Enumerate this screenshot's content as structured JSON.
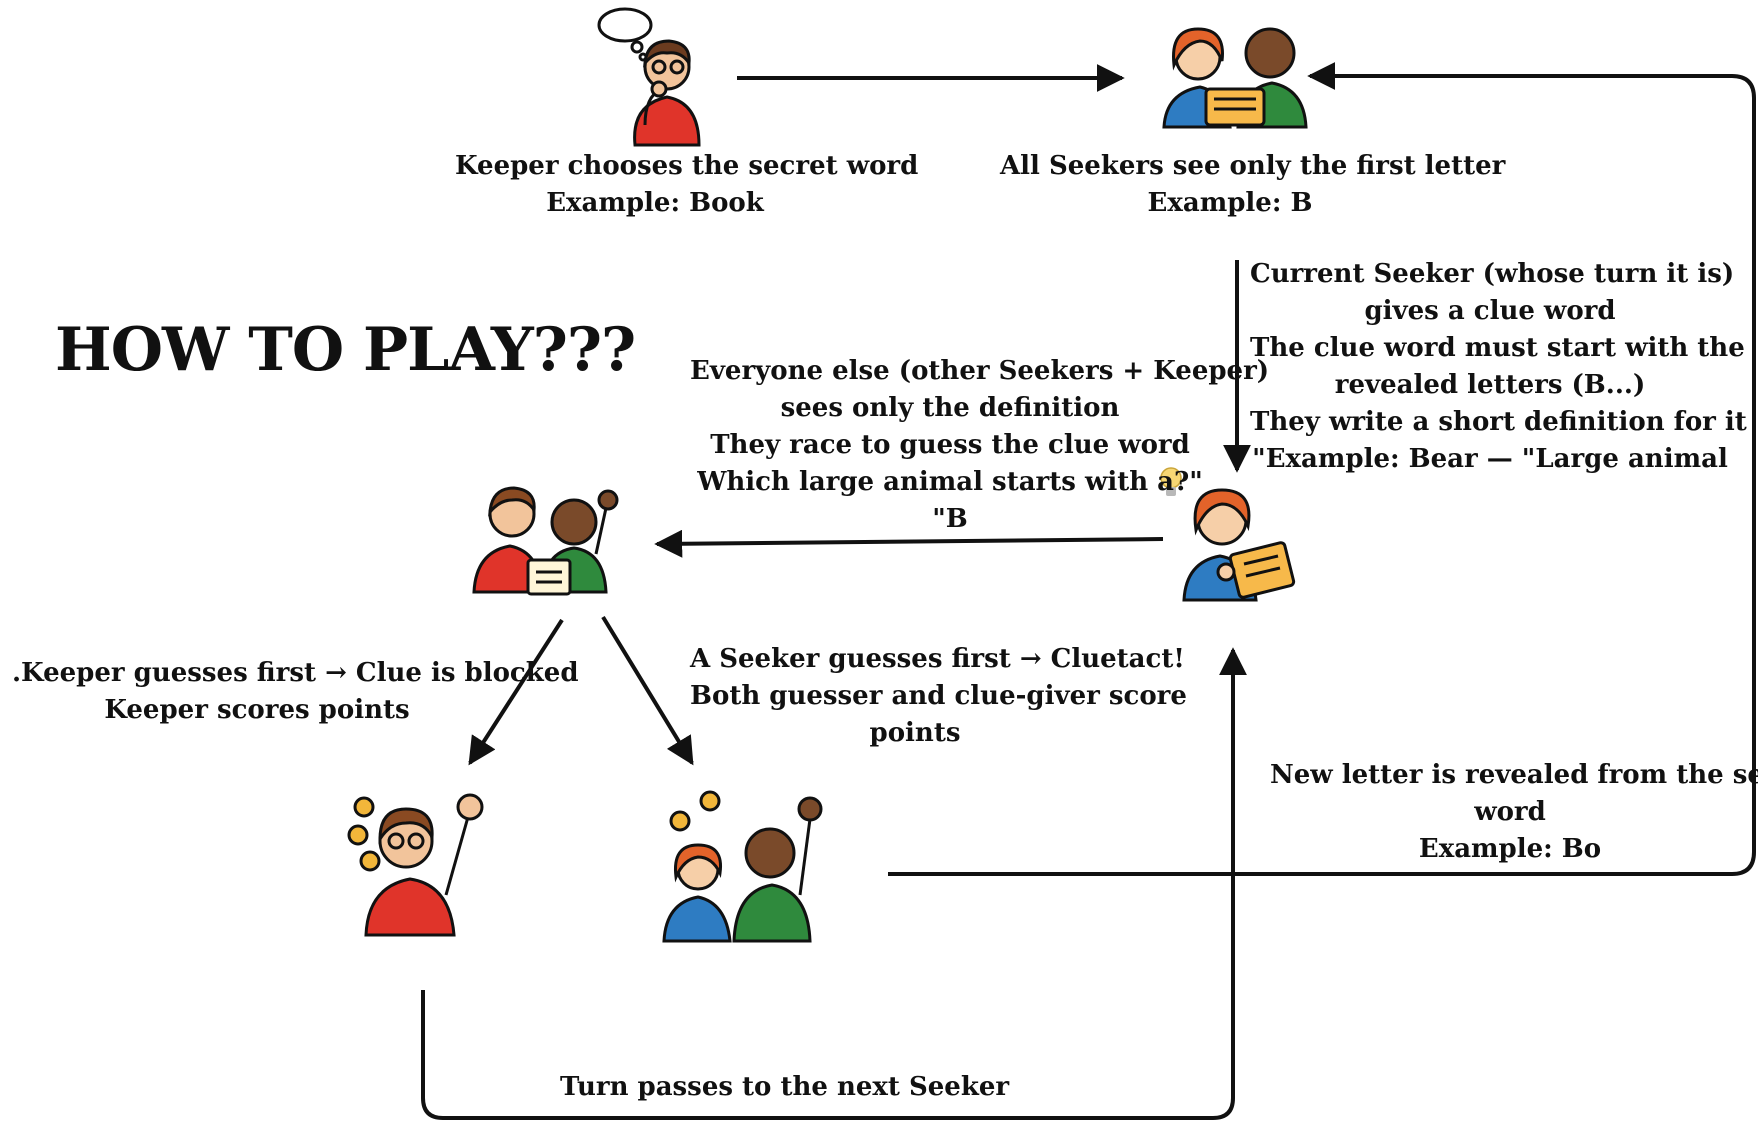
{
  "title": "HOW TO PLAY???",
  "steps": {
    "keeper_choose": [
      "Keeper chooses the secret word",
      "Example: Book"
    ],
    "seekers_first_letter": [
      "All Seekers see only the first letter",
      "Example: B"
    ],
    "current_seeker": [
      "Current Seeker (whose turn it is)",
      "gives a clue word",
      "The clue word must start with the",
      "revealed letters (B...)",
      "They write a short definition for it",
      "\"Example: Bear — \"Large animal"
    ],
    "everyone_else": [
      "Everyone else (other Seekers + Keeper)",
      "sees only the definition",
      "They race to guess the clue word",
      "Which large animal starts with a?\"",
      "\"B"
    ],
    "keeper_guesses": [
      ".Keeper guesses first → Clue is blocked",
      "Keeper scores points"
    ],
    "seeker_guesses": [
      "A Seeker guesses first → Cluetact!",
      "Both guesser and clue-giver score",
      "points"
    ],
    "new_letter": [
      "New letter is revealed from the secret",
      "word",
      "Example: Bo"
    ],
    "turn_passes": [
      "Turn passes to the next Seeker"
    ]
  },
  "icons": {
    "thinking": "thinking-keeper-icon",
    "pair_reading": "seekers-pair-icon",
    "writer": "clue-writer-icon",
    "group": "guessing-group-icon",
    "keeper_win": "keeper-celebrating-icon",
    "seekers_win": "seekers-celebrating-icon",
    "bulb": "lightbulb-icon"
  },
  "colors": {
    "red_shirt": "#e0342a",
    "green_shirt": "#2f8a3d",
    "blue_shirt": "#2e7cc2",
    "paper": "#f7b94a",
    "coin": "#f2b63a"
  }
}
